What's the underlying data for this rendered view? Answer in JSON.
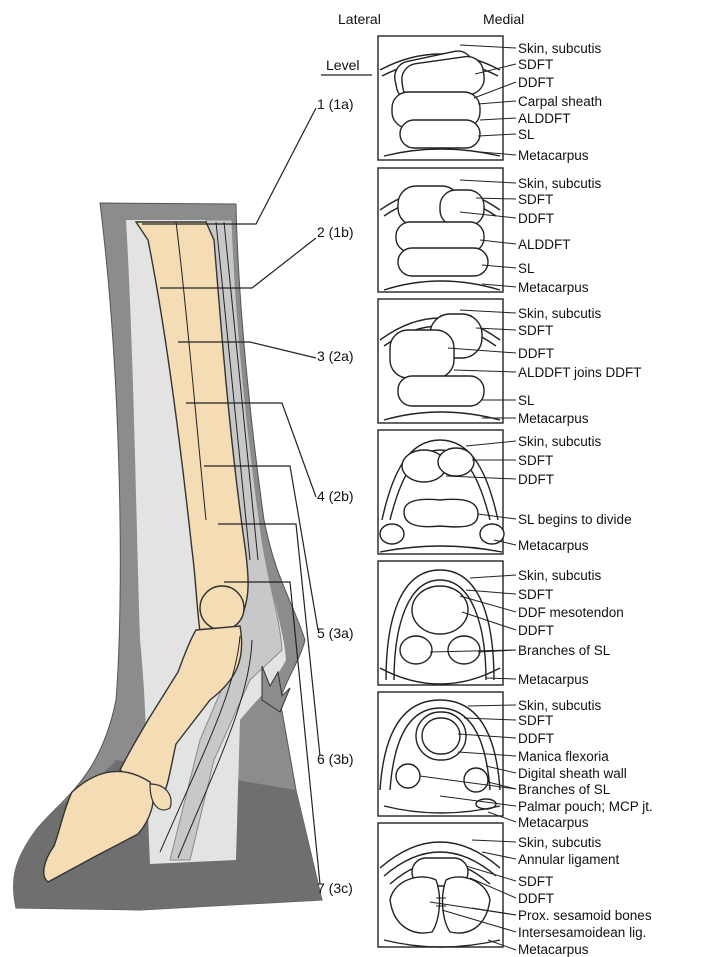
{
  "header": {
    "lateral": "Lateral",
    "medial": "Medial",
    "level": "Level"
  },
  "levels": [
    "1 (1a)",
    "2 (1b)",
    "3 (2a)",
    "4 (2b)",
    "5 (3a)",
    "6 (3b)",
    "7 (3c)"
  ],
  "panels": [
    {
      "labels": [
        "Skin, subcutis",
        "SDFT",
        "DDFT",
        "Carpal sheath",
        "ALDDFT",
        "SL",
        "Metacarpus"
      ]
    },
    {
      "labels": [
        "Skin, subcutis",
        "SDFT",
        "DDFT",
        "ALDDFT",
        "SL",
        "Metacarpus"
      ]
    },
    {
      "labels": [
        "Skin, subcutis",
        "SDFT",
        "DDFT",
        "ALDDFT joins DDFT",
        "SL",
        "Metacarpus"
      ]
    },
    {
      "labels": [
        "Skin, subcutis",
        "SDFT",
        "DDFT",
        "SL begins to divide",
        "Metacarpus"
      ]
    },
    {
      "labels": [
        "Skin, subcutis",
        "SDFT",
        "DDF mesotendon",
        "DDFT",
        "Branches of SL",
        "Metacarpus"
      ]
    },
    {
      "labels": [
        "Skin, subcutis",
        "SDFT",
        "DDFT",
        "Manica flexoria",
        "Digital sheath wall",
        "Branches of SL",
        "Palmar pouch; MCP jt.",
        "Metacarpus"
      ]
    },
    {
      "labels": [
        "Skin, subcutis",
        "Annular ligament",
        "SDFT",
        "DDFT",
        "Prox. sesamoid bones",
        "Intersesamoidean lig.",
        "Metacarpus"
      ]
    }
  ],
  "colors": {
    "bone": "#f4dcb4",
    "outer_skin": "#8c8c8c",
    "inner_tissue": "#e6e6e6",
    "tendon": "#c6c6c6",
    "line": "#222222"
  }
}
